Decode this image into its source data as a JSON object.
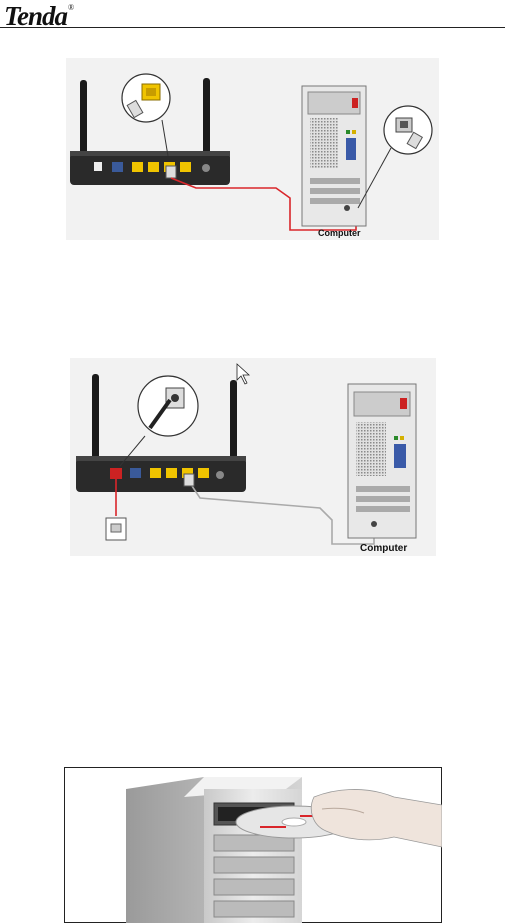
{
  "header": {
    "brand": "Tenda",
    "registered": "®"
  },
  "figure1": {
    "computer_label": "Computer",
    "cable_color": "#d9262b",
    "port_color": "#f0c400"
  },
  "figure2": {
    "computer_label": "Computer",
    "cable_color": "#aaaaaa",
    "phone_line_color": "#d9262b",
    "port_color": "#f0c400"
  },
  "figure3": {}
}
